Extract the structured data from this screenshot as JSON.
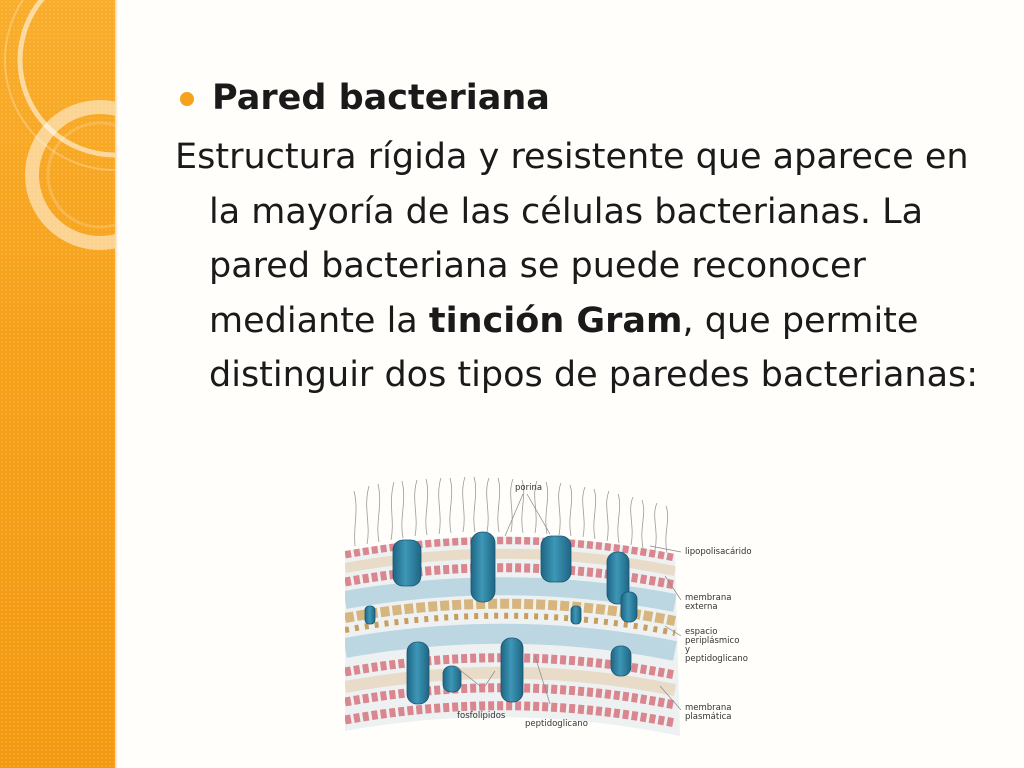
{
  "slide": {
    "heading": "Pared bacteriana",
    "paragraph": {
      "part1": "Estructura rígida y resistente que aparece en la mayoría de las células bacterianas. La pared bacteriana se puede reconocer mediante la ",
      "emphasis": "tinción Gram",
      "part2": ", que permite distinguir dos tipos de paredes bacterianas:"
    }
  },
  "figure": {
    "labels": {
      "porina": "porina",
      "lipopolisacarido": "lipopolisacárido",
      "membrana_externa_1": "membrana",
      "membrana_externa_2": "externa",
      "espacio_1": "espacio",
      "espacio_2": "periplásmico",
      "espacio_3": "y",
      "espacio_4": "peptidoglicano",
      "fosfolipidos": "fosfolípidos",
      "peptidoglicano": "peptidoglicano",
      "membrana_plasmatica_1": "membrana",
      "membrana_plasmatica_2": "plasmática"
    }
  },
  "colors": {
    "accent": "#f7a21b",
    "bullet": "#f5a31c",
    "text": "#1a1a1a",
    "protein": "#2f7f9e",
    "phospholipid_head": "#d9868f",
    "peptidoglycan": "#d7b57e"
  }
}
